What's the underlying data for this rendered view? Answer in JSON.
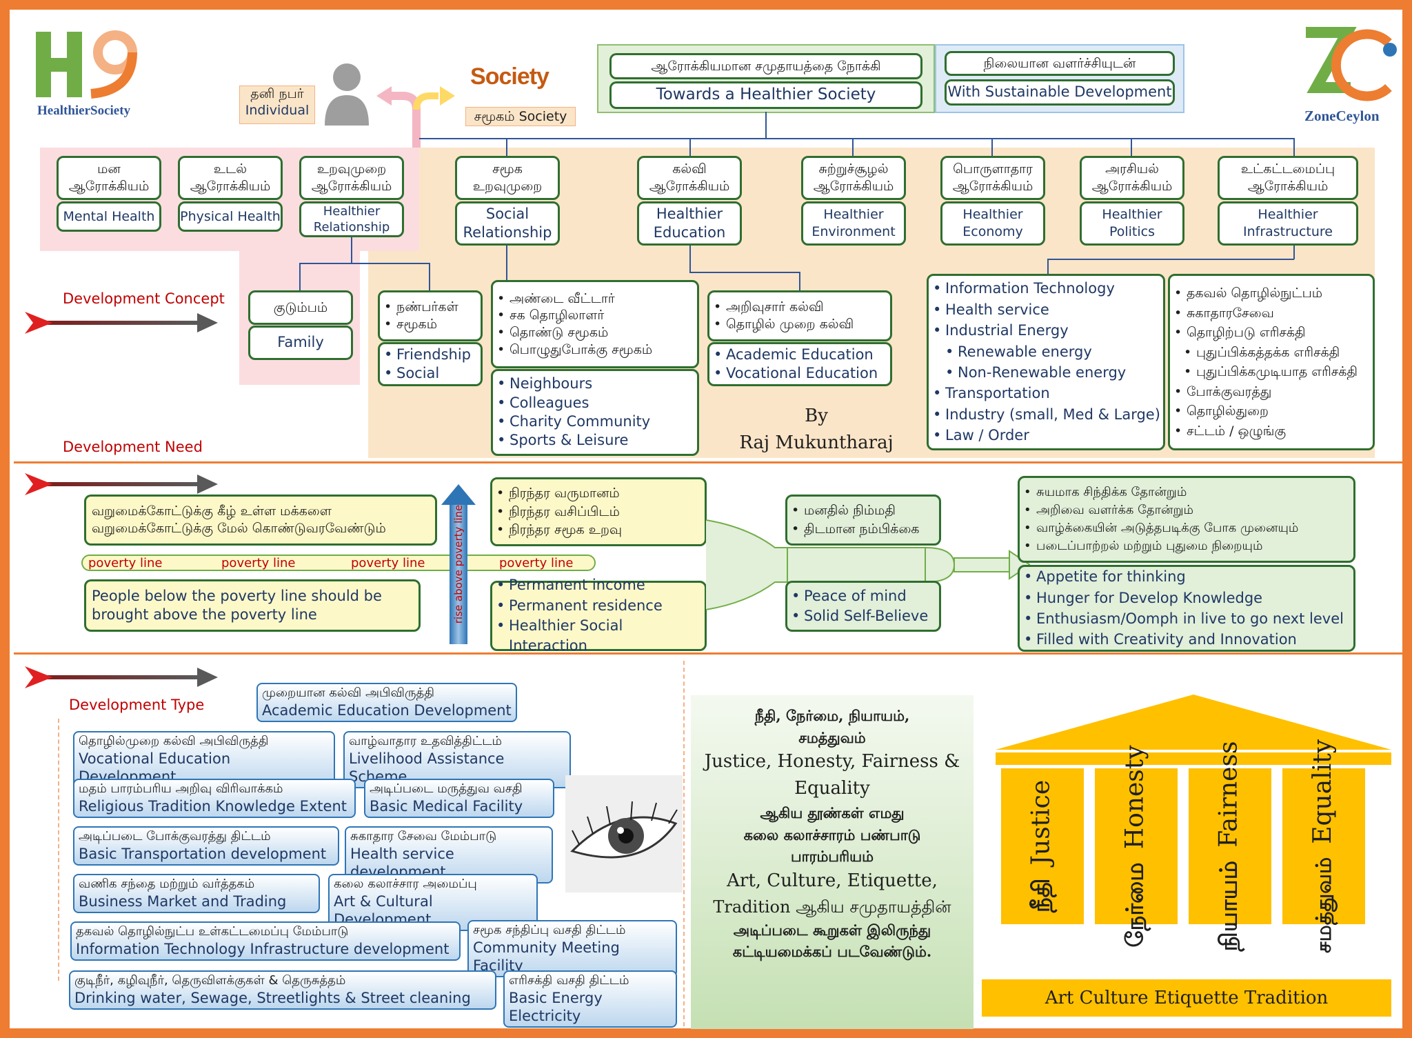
{
  "logo_left": {
    "text": "HealthierSociety"
  },
  "logo_right": {
    "text": "ZoneCeylon"
  },
  "header": {
    "title_ta": "ஆரோக்கியமான சமுதாயத்தை நோக்கி",
    "title_en": "Towards a Healthier Society",
    "sub_ta": "நிலையான வளர்ச்சியுடன்",
    "sub_en": "With Sustainable Development"
  },
  "individual": {
    "ta": "தனி நபர்",
    "en": "Individual"
  },
  "society": {
    "ta": "சமூகம் Society",
    "logo_text": "Society"
  },
  "categories": [
    {
      "ta": "மன\nஆரோக்கியம்",
      "en": "Mental Health"
    },
    {
      "ta": "உடல்\nஆரோக்கியம்",
      "en": "Physical Health"
    },
    {
      "ta": "உறவுமுறை\nஆரோக்கியம்",
      "en": "Healthier\nRelationship"
    },
    {
      "ta": "சமூக\nஉறவுமுறை",
      "en": "Social\nRelationship"
    },
    {
      "ta": "கல்வி\nஆரோக்கியம்",
      "en": "Healthier\nEducation"
    },
    {
      "ta": "சுற்றுச்சூழல்\nஆரோக்கியம்",
      "en": "Healthier\nEnvironment"
    },
    {
      "ta": "பொருளாதார\nஆரோக்கியம்",
      "en": "Healthier\nEconomy"
    },
    {
      "ta": "அரசியல்\nஆரோக்கியம்",
      "en": "Healthier\nPolitics"
    },
    {
      "ta": "உட்கட்டமைப்பு\nஆரோக்கியம்",
      "en": "Healthier\nInfrastructure"
    }
  ],
  "labels": {
    "concept": "Development Concept",
    "need": "Development Need",
    "type": "Development Type"
  },
  "family": {
    "ta": "குடும்பம்",
    "en": "Family"
  },
  "social_ta": [
    "நண்பர்கள்",
    "சமூகம்"
  ],
  "social_en": [
    "Friendship",
    "Social"
  ],
  "community_ta": [
    "அண்டை வீட்டார்",
    "சக தொழிலாளர்",
    "தொண்டு சமூகம்",
    "பொழுதுபோக்கு சமூகம்"
  ],
  "community_en": [
    "Neighbours",
    "Colleagues",
    "Charity Community",
    "Sports & Leisure"
  ],
  "education_ta": [
    "அறிவுசார் கல்வி",
    "தொழில் முறை கல்வி"
  ],
  "education_en": [
    "Academic Education",
    "Vocational Education"
  ],
  "author": {
    "by": "By",
    "name": "Raj Mukuntharaj"
  },
  "infra_en": [
    "Information Technology",
    "Health service",
    "Industrial Energy",
    "Renewable energy",
    "Non-Renewable energy",
    "Transportation",
    "Industry (small, Med & Large)",
    "Law / Order"
  ],
  "infra_ta": [
    "தகவல் தொழில்நுட்பம்",
    "சுகாதாரசேவை",
    "தொழிற்படு எரிசக்தி",
    "புதுப்பிக்கத்தக்க எரிசக்தி",
    "புதுப்பிக்கமுடியாத எரிசக்தி",
    "போக்குவரத்து",
    "தொழில்துறை",
    "சட்டம் / ஒழுங்கு"
  ],
  "poverty": {
    "ta": "வறுமைக்கோட்டுக்கு கீழ் உள்ள மக்களை வறுமைக்கோட்டுக்கு மேல் கொண்டுவரவேண்டும்",
    "en": "People below the poverty line should be brought above the poverty line",
    "line_label": "poverty line",
    "rise": "rise above poverty line"
  },
  "permanent_ta": [
    "நிரந்தர வருமானம்",
    "நிரந்தர வசிப்பிடம்",
    "நிரந்தர சமூக உறவு"
  ],
  "permanent_en": [
    "Permanent income",
    "Permanent residence",
    "Healthier Social Interaction"
  ],
  "peace_ta": [
    "மனதில் நிம்மதி",
    "திடமான நம்பிக்கை"
  ],
  "peace_en": [
    "Peace of mind",
    "Solid Self-Believe"
  ],
  "outcome_ta": [
    "சுயமாக சிந்திக்க தோன்றும்",
    "அறிவை வளர்க்க தோன்றும்",
    "வாழ்க்கையின் அடுத்தபடிக்கு போக முனையும்",
    "படைப்பாற்றல் மற்றும் புதுமை நிறையும்"
  ],
  "outcome_en": [
    "Appetite for thinking",
    "Hunger for Develop Knowledge",
    "Enthusiasm/Oomph in live to go next level",
    "Filled with Creativity and Innovation"
  ],
  "dev_types": [
    {
      "ta": "முறையான கல்வி அபிவிருத்தி",
      "en": "Academic Education Development"
    },
    {
      "ta": "தொழில்முறை கல்வி அபிவிருத்தி",
      "en": "Vocational Education Development"
    },
    {
      "ta": "வாழ்வாதார உதவித்திட்டம்",
      "en": "Livelihood Assistance Scheme"
    },
    {
      "ta": "மதம் பாரம்பரிய அறிவு விரிவாக்கம்",
      "en": "Religious Tradition Knowledge Extent"
    },
    {
      "ta": "அடிப்படை மருத்துவ வசதி",
      "en": "Basic Medical Facility"
    },
    {
      "ta": "அடிப்படை போக்குவரத்து திட்டம்",
      "en": "Basic Transportation development"
    },
    {
      "ta": "சுகாதார சேவை மேம்பாடு",
      "en": "Health service development"
    },
    {
      "ta": "வணிக சந்தை மற்றும் வர்த்தகம்",
      "en": "Business Market and Trading"
    },
    {
      "ta": "கலை கலாச்சார அமைப்பு",
      "en": "Art & Cultural Development"
    },
    {
      "ta": "தகவல் தொழில்நுட்ப உள்கட்டமைப்பு மேம்பாடு",
      "en": "Information Technology Infrastructure development"
    },
    {
      "ta": "சமூக சந்திப்பு வசதி திட்டம்",
      "en": "Community Meeting Facility"
    },
    {
      "ta": "குடிநீர், கழிவுநீர், தெருவிளக்குகள் & தெருசுத்தம்",
      "en": "Drinking water, Sewage,  Streetlights & Street cleaning"
    },
    {
      "ta": "எரிசக்தி வசதி திட்டம்",
      "en": "Basic Energy Electricity"
    }
  ],
  "values_text": {
    "l1": "நீதி, நேர்மை, நியாயம்,",
    "l2": "சமத்துவம்",
    "l3": "Justice, Honesty, Fairness &",
    "l4": "Equality",
    "l5": "ஆகிய தூண்கள் எமது",
    "l6": "கலை கலாச்சாரம் பண்பாடு",
    "l7": "பாரம்பரியம்",
    "l8": "Art, Culture, Etiquette,",
    "l9": "Tradition ஆகிய சமுதாயத்தின்",
    "l10": "அடிப்படை கூறுகள் இலிருந்து",
    "l11": "கட்டியமைக்கப் படவேண்டும்."
  },
  "pillars": [
    {
      "ta": "நீதி",
      "en": "Justice"
    },
    {
      "ta": "நேர்மை",
      "en": "Honesty"
    },
    {
      "ta": "நியாயம்",
      "en": "Fairness"
    },
    {
      "ta": "சமத்துவம்",
      "en": "Equality"
    }
  ],
  "temple_base": "Art Culture Etiquette Tradition",
  "colors": {
    "frame": "#ee7d31",
    "box_border": "#2f6e2f",
    "peach": "#fbe5c8",
    "pink": "#fbdde0",
    "pillar": "#ffc000",
    "text_blue": "#1f3864"
  }
}
